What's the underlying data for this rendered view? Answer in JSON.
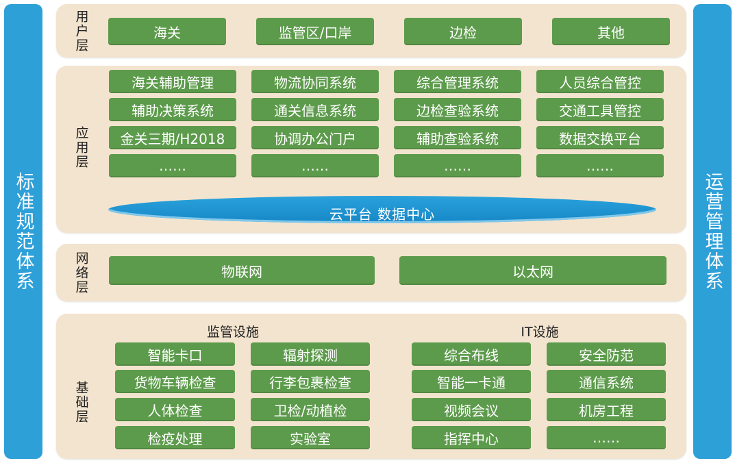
{
  "sides": {
    "left": "标准规范体系",
    "right": "运营管理体系"
  },
  "user_layer": {
    "label": "用户层",
    "items": [
      "海关",
      "监管区/口岸",
      "边检",
      "其他"
    ]
  },
  "app_layer": {
    "label": "应用层",
    "columns": [
      [
        "海关辅助管理",
        "辅助决策系统",
        "金关三期/H2018",
        "……"
      ],
      [
        "物流协同系统",
        "通关信息系统",
        "协调办公门户",
        "……"
      ],
      [
        "综合管理系统",
        "边检查验系统",
        "辅助查验系统",
        "……"
      ],
      [
        "人员综合管控",
        "交通工具管控",
        "数据交换平台",
        "……"
      ]
    ],
    "cloud": "云平台 数据中心"
  },
  "network_layer": {
    "label": "网络层",
    "items": [
      "物联网",
      "以太网"
    ]
  },
  "base_layer": {
    "label": "基础层",
    "supervision": {
      "title": "监管设施",
      "left": [
        "智能卡口",
        "货物车辆检查",
        "人体检查",
        "检疫处理"
      ],
      "right": [
        "辐射探测",
        "行李包裹检查",
        "卫检/动植检",
        "实验室"
      ]
    },
    "it": {
      "title": "IT设施",
      "left": [
        "综合布线",
        "智能一卡通",
        "视频会议",
        "指挥中心"
      ],
      "right": [
        "安全防范",
        "通信系统",
        "机房工程",
        "……"
      ]
    }
  }
}
